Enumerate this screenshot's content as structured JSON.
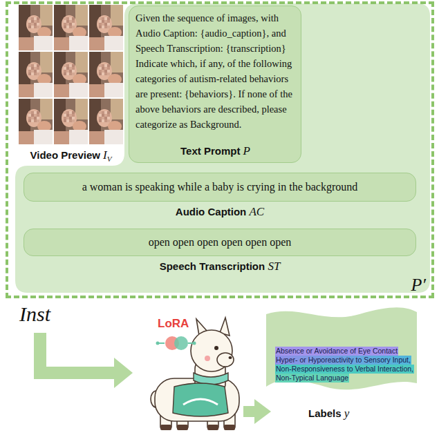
{
  "diagram": {
    "nodes": [
      {
        "text": [
          "P′"
        ]
      },
      {
        "text": [
          "Video Preview IV"
        ],
        "in": 0
      },
      {
        "text": [
          "Given the sequence of images, with Audio Caption: {audio_caption}, and Speech Transcription: {transcription} Indicate which, if any, of the following categories of autism-related behaviors are present: {behaviors}. If none of the above behaviors are described, please categorize as Background.",
          "Text Prompt P"
        ],
        "in": 0
      },
      {
        "text": [
          "a woman is speaking while a baby is crying in the background",
          "Audio Caption AC"
        ],
        "in": 0
      },
      {
        "text": [
          "open open open open open open",
          "Speech Transcription ST"
        ],
        "in": 0
      },
      {
        "text": [
          "LoRA"
        ]
      },
      {
        "text": [
          "Absence or Avoidance of Eye Contact",
          "Hyper- or Hyporeactivity to Sensory Input,",
          "Non-Responsiveness to Verbal Interaction,",
          "Non-Typical Language",
          "Labels y"
        ]
      }
    ],
    "edges": [
      {
        "from": 5,
        "to": 6,
        "arrow": "to"
      }
    ],
    "labels": [
      "Inst"
    ]
  }
}
